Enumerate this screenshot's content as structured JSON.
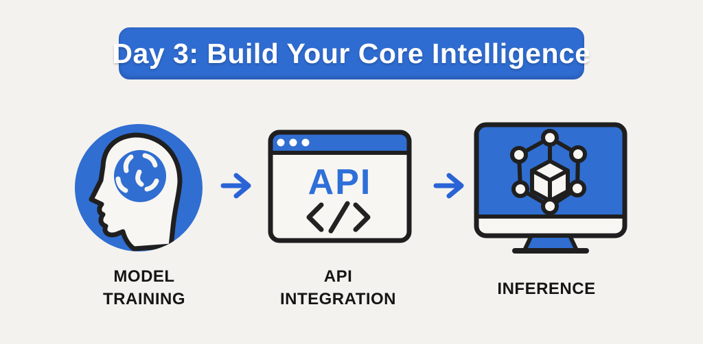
{
  "banner": {
    "title": "Day 3: Build Your Core Intelligence"
  },
  "steps": [
    {
      "id": "model-training",
      "icon": "head-brain-icon",
      "label_lines": [
        "MODEL",
        "TRAINING"
      ]
    },
    {
      "id": "api-integration",
      "icon": "api-browser-window-icon",
      "icon_text": "API",
      "label_lines": [
        "API",
        "INTEGRATION"
      ]
    },
    {
      "id": "inference",
      "icon": "monitor-network-cube-icon",
      "label_lines": [
        "INFERENCE"
      ]
    }
  ],
  "arrows": [
    {
      "icon": "right-arrow-icon",
      "direction": "right"
    },
    {
      "icon": "right-arrow-icon",
      "direction": "right"
    }
  ],
  "colors": {
    "background": "#f4f2ee",
    "primary_blue": "#2f6cd1",
    "arrow_blue": "#2a63d6",
    "api_text_blue": "#2e6fd9",
    "outline_black": "#1f1f1f",
    "label_text": "#151515",
    "title_text": "#ffffff",
    "icon_fill_white": "#f8f6f2"
  }
}
